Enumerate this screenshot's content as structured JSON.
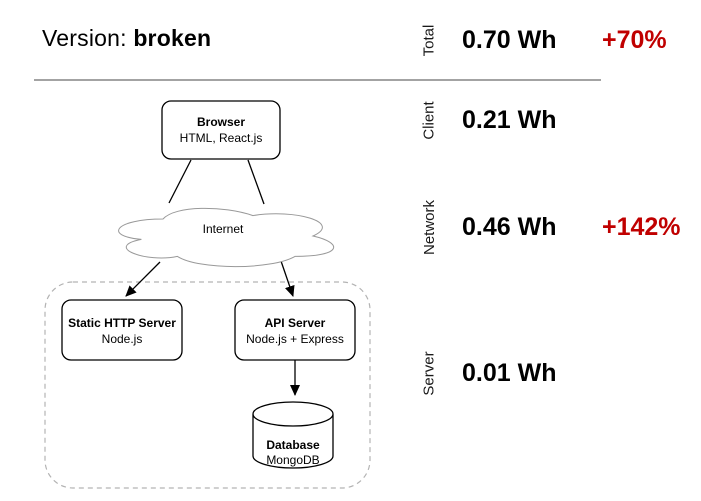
{
  "page": {
    "title_label": "Version:",
    "title_value": "broken"
  },
  "metrics": {
    "rows": [
      {
        "label": "Total",
        "value": "0.70 Wh",
        "delta": "+70%"
      },
      {
        "label": "Client",
        "value": "0.21 Wh",
        "delta": ""
      },
      {
        "label": "Network",
        "value": "0.46 Wh",
        "delta": "+142%"
      },
      {
        "label": "Server",
        "value": "0.01 Wh",
        "delta": ""
      }
    ]
  },
  "diagram": {
    "browser": {
      "title": "Browser",
      "subtitle": "HTML, React.js",
      "shape": "rounded-rect"
    },
    "internet": {
      "title": "Internet",
      "shape": "cloud"
    },
    "static_server": {
      "title": "Static HTTP Server",
      "subtitle": "Node.js",
      "shape": "rounded-rect"
    },
    "api_server": {
      "title": "API Server",
      "subtitle": "Node.js + Express",
      "shape": "rounded-rect"
    },
    "database": {
      "title": "Database",
      "subtitle": "MongoDB",
      "shape": "cylinder"
    },
    "edges": [
      {
        "from": "browser",
        "to": "internet",
        "arrow": false
      },
      {
        "from": "browser",
        "to": "internet",
        "arrow": false
      },
      {
        "from": "internet",
        "to": "static_server",
        "arrow": true
      },
      {
        "from": "internet",
        "to": "api_server",
        "arrow": true
      },
      {
        "from": "api_server",
        "to": "database",
        "arrow": true
      }
    ]
  },
  "colors": {
    "delta_red": "#c00000",
    "node_border": "#000000",
    "cloud_border": "#999999",
    "group_border": "#b3b3b3",
    "divider": "#a3a3a3"
  }
}
